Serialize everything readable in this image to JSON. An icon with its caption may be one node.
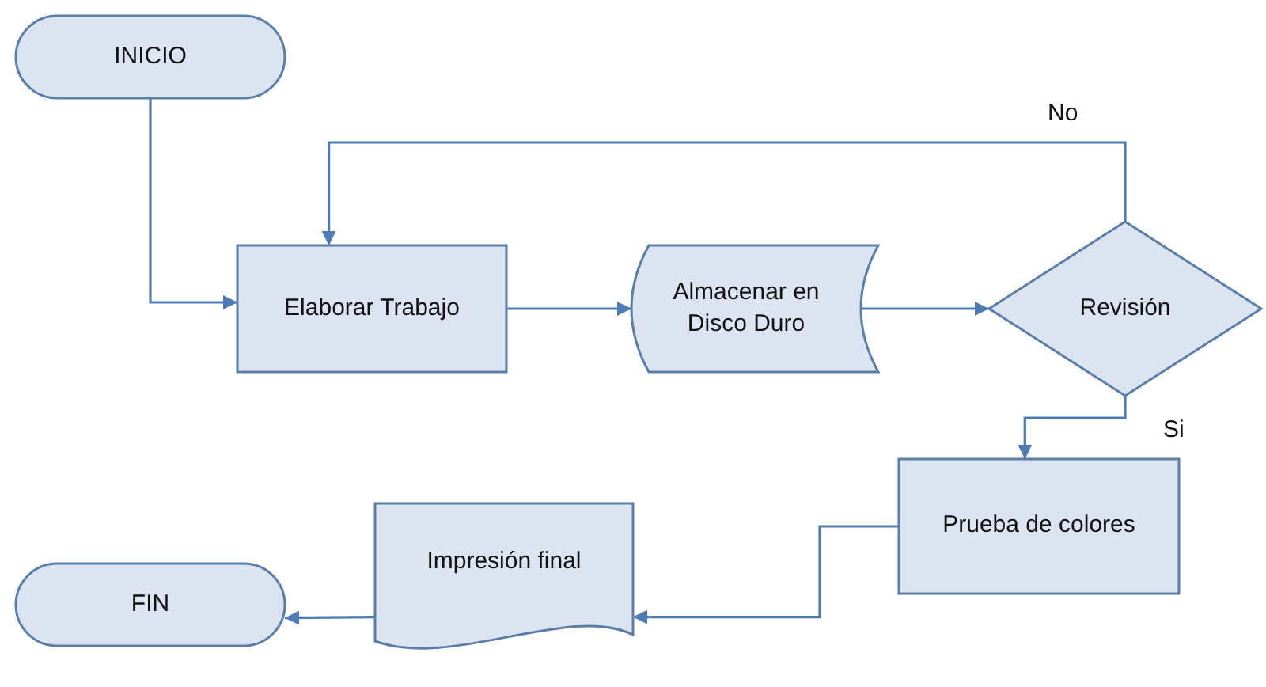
{
  "diagram": {
    "nodes": [
      {
        "text": [
          "INICIO"
        ]
      },
      {
        "text": [
          "Elaborar Trabajo"
        ]
      },
      {
        "text": [
          "Almacenar en Disco Duro"
        ]
      },
      {
        "text": [
          "Revisión"
        ]
      },
      {
        "text": [
          "Prueba de colores"
        ]
      },
      {
        "text": [
          "Impresión final"
        ]
      },
      {
        "text": [
          "FIN"
        ]
      }
    ],
    "edges": [
      {
        "from": 0,
        "to": 1,
        "arrow": "to"
      },
      {
        "from": 1,
        "to": 2,
        "arrow": "to"
      },
      {
        "from": 2,
        "to": 3,
        "arrow": "to"
      },
      {
        "from": 3,
        "to": 1,
        "arrow": "to",
        "label": "No"
      },
      {
        "from": 3,
        "to": 4,
        "arrow": "to",
        "label": "Si"
      },
      {
        "from": 4,
        "to": 5,
        "arrow": "to"
      },
      {
        "from": 5,
        "to": 6,
        "arrow": "to"
      }
    ]
  }
}
